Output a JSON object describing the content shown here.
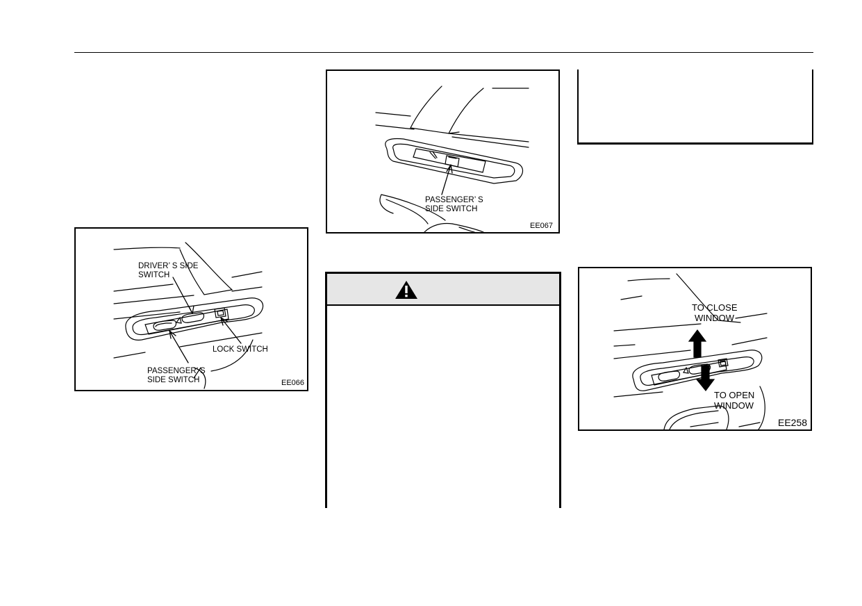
{
  "figures": {
    "ee066": {
      "code": "EE066",
      "labels": {
        "drivers_side_switch": [
          "DRIVER’ S SIDE",
          "SWITCH"
        ],
        "lock_switch": "LOCK SWITCH",
        "passengers_side_switch": [
          "PASSENGER’ S",
          "SIDE SWITCH"
        ]
      }
    },
    "ee067": {
      "code": "EE067",
      "labels": {
        "passengers_side_switch": [
          "PASSENGER’ S",
          "SIDE SWITCH"
        ]
      }
    },
    "ee258": {
      "code": "EE258",
      "labels": {
        "to_close_window": [
          "TO CLOSE",
          "WINDOW"
        ],
        "to_open_window": [
          "TO OPEN",
          "WINDOW"
        ]
      }
    }
  },
  "warning": {
    "icon": "warning-triangle-icon"
  },
  "colors": {
    "ink": "#000000",
    "warning_header_bg": "#e6e6e6"
  }
}
